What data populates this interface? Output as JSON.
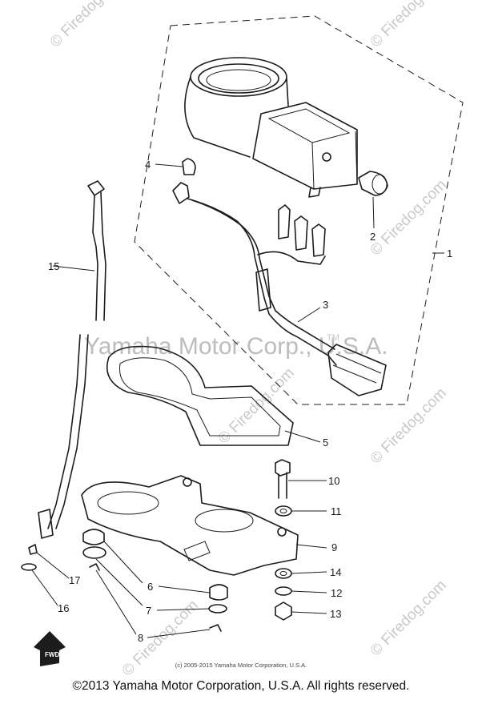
{
  "watermarks": {
    "firedog": "© Firedog.com",
    "center": "Yamaha Motor Corp., U.S.A.",
    "tm": "TM"
  },
  "footer": {
    "small_copyright": "(c) 2005-2015 Yamaha Motor Corporation, U.S.A.",
    "copyright": "©2013 Yamaha Motor Corporation, U.S.A. All rights reserved."
  },
  "fwd_arrow_label": "FWD",
  "callouts": [
    "1",
    "2",
    "3",
    "4",
    "5",
    "6",
    "7",
    "8",
    "9",
    "10",
    "11",
    "12",
    "13",
    "14",
    "15",
    "16",
    "17"
  ]
}
